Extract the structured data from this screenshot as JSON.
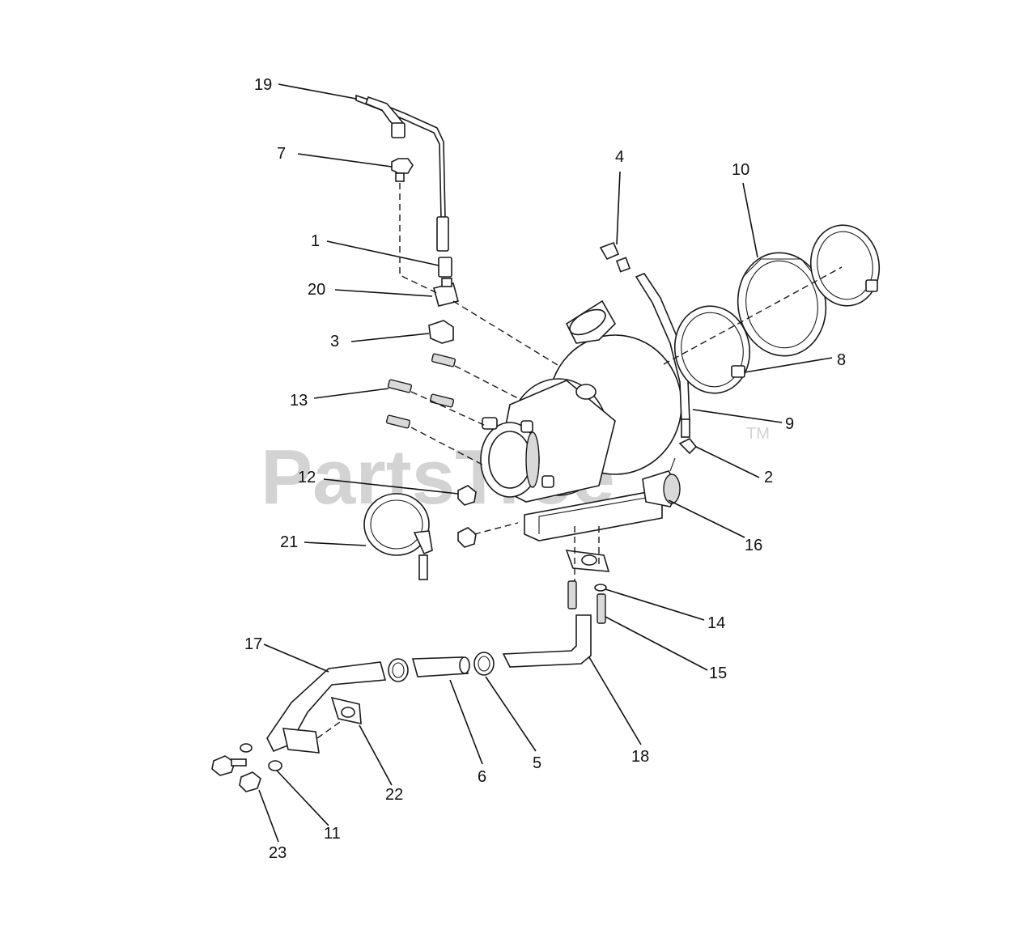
{
  "watermark": {
    "text": "PartsTree",
    "trademark": "TM"
  },
  "callouts": {
    "c1": "1",
    "c2": "2",
    "c3": "3",
    "c4": "4",
    "c5": "5",
    "c6": "6",
    "c7": "7",
    "c8": "8",
    "c9": "9",
    "c10": "10",
    "c11": "11",
    "c12": "12",
    "c13": "13",
    "c14": "14",
    "c15": "15",
    "c16": "16",
    "c17": "17",
    "c18": "18",
    "c19": "19",
    "c20": "20",
    "c21": "21",
    "c22": "22",
    "c23": "23"
  }
}
